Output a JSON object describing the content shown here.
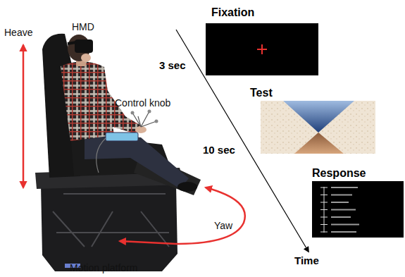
{
  "diagram": {
    "nodes": [
      {
        "text": [
          "Fixation"
        ]
      },
      {
        "text": [
          "Test"
        ]
      },
      {
        "text": [
          "Response"
        ]
      }
    ],
    "labels": [
      "Heave",
      "HMD",
      "Control knob",
      "Yaw",
      "Motion platform",
      "3 sec",
      "10 sec",
      "Time"
    ]
  }
}
